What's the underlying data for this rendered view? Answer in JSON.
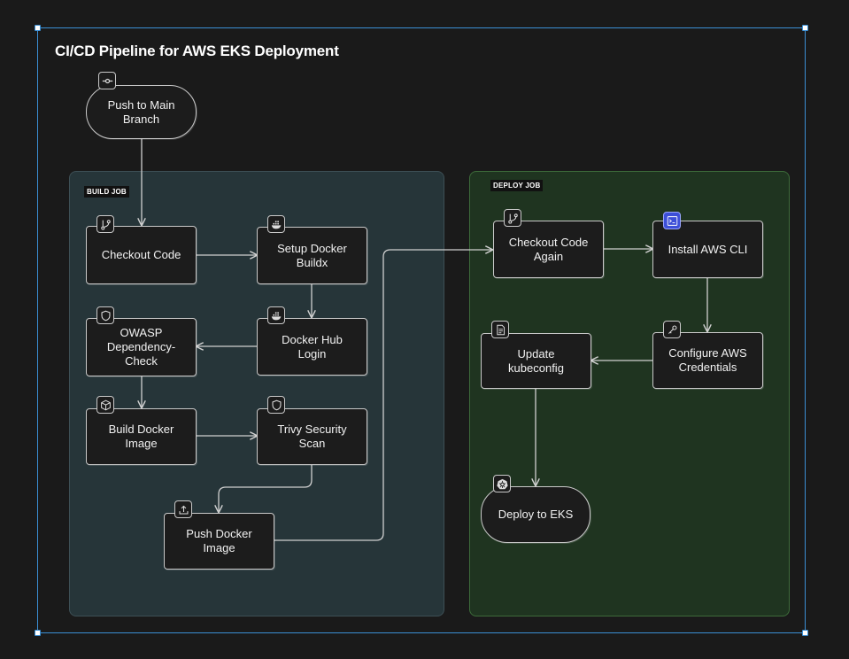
{
  "title": "CI/CD Pipeline for AWS EKS Deployment",
  "groups": {
    "build": {
      "label": "BUILD JOB"
    },
    "deploy": {
      "label": "DEPLOY JOB"
    }
  },
  "nodes": {
    "push_main": {
      "label": "Push to Main Branch",
      "icon": "commit-icon"
    },
    "checkout": {
      "label": "Checkout Code",
      "icon": "git-branch-icon"
    },
    "setup_buildx": {
      "label": "Setup Docker Buildx",
      "icon": "docker-icon"
    },
    "docker_login": {
      "label": "Docker Hub Login",
      "icon": "docker-icon"
    },
    "owasp": {
      "label": "OWASP Dependency-Check",
      "icon": "shield-icon"
    },
    "build_image": {
      "label": "Build Docker Image",
      "icon": "package-icon"
    },
    "trivy": {
      "label": "Trivy Security Scan",
      "icon": "shield-icon"
    },
    "push_image": {
      "label": "Push Docker Image",
      "icon": "upload-icon"
    },
    "checkout_again": {
      "label": "Checkout Code Again",
      "icon": "git-branch-icon"
    },
    "install_cli": {
      "label": "Install AWS CLI",
      "icon": "terminal-icon"
    },
    "configure_creds": {
      "label": "Configure AWS Credentials",
      "icon": "key-icon"
    },
    "update_kube": {
      "label": "Update kubeconfig",
      "icon": "file-icon"
    },
    "deploy_eks": {
      "label": "Deploy to EKS",
      "icon": "kubernetes-icon"
    }
  },
  "colors": {
    "background": "#1a1a1a",
    "frame": "#3b8fd4",
    "build_fill": "#263539",
    "deploy_fill": "#1f3420",
    "deploy_border": "#3d6b3a",
    "icon_accent": "#3d4fd8"
  }
}
